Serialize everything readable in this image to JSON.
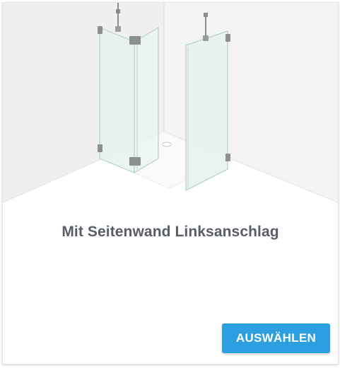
{
  "card": {
    "title": "Mit Seitenwand Linksanschlag",
    "select_label": "AUSWÄHLEN",
    "illustration_name": "shower-enclosure-illustration"
  },
  "colors": {
    "title": "#585d66",
    "button": "#2b9fe0",
    "button_text": "#ffffff",
    "glass": "#e8f3ee",
    "glass_edge": "#b9cfc4",
    "hardware": "#8a8d90",
    "room_wall": "#f0f0f0",
    "room_floor": "#ffffff"
  }
}
